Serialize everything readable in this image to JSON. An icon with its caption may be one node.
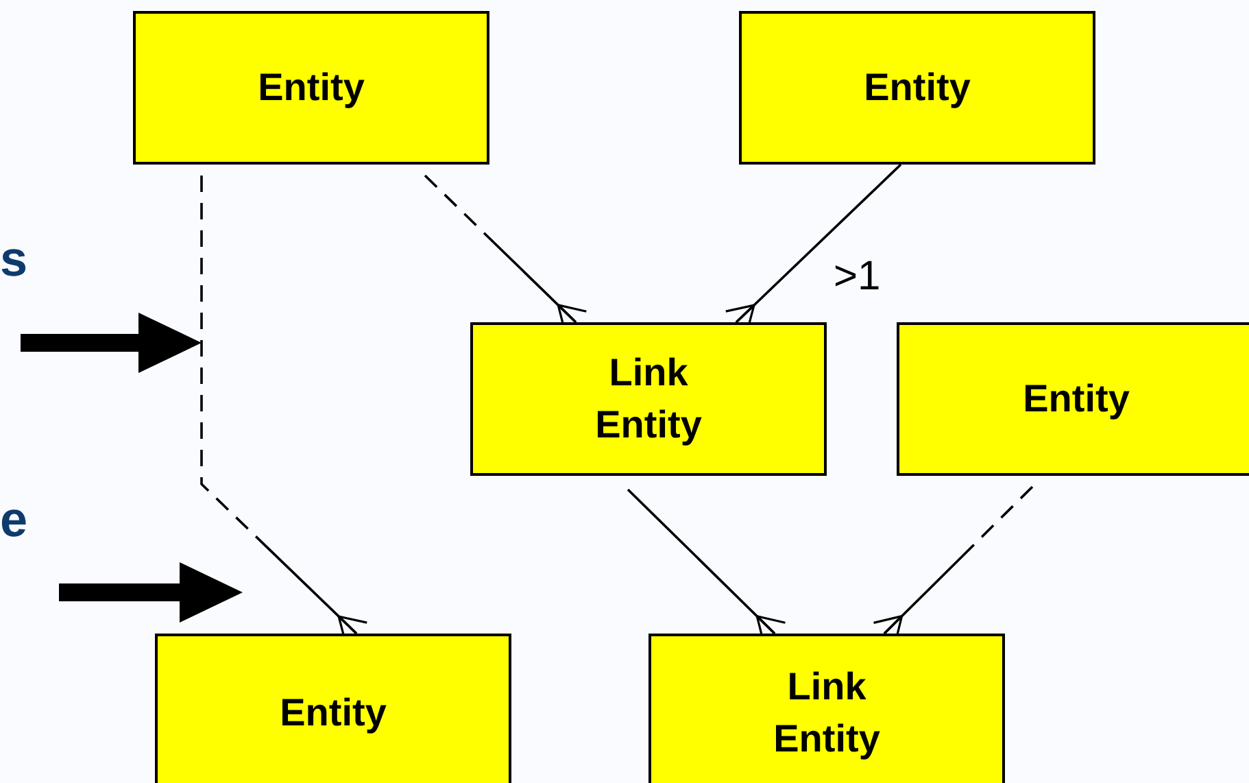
{
  "diagram": {
    "nodes": [
      {
        "text": [
          "Entity"
        ]
      },
      {
        "text": [
          "Entity"
        ]
      },
      {
        "text": [
          "Link Entity"
        ]
      },
      {
        "text": [
          "Entity"
        ]
      },
      {
        "text": [
          "Entity"
        ]
      },
      {
        "text": [
          "Link Entity"
        ]
      }
    ],
    "edges": [
      {
        "from": 0,
        "to": 2,
        "arrow": "other",
        "style": "dashed"
      },
      {
        "from": 1,
        "to": 2,
        "arrow": "other",
        "label": ">1"
      },
      {
        "from": 0,
        "to": 4,
        "arrow": "other",
        "style": "dashed"
      },
      {
        "from": 2,
        "to": 5,
        "arrow": "other"
      },
      {
        "from": 3,
        "to": 5,
        "arrow": "other",
        "style": "dashed"
      }
    ],
    "labels": [
      "s",
      "e"
    ]
  }
}
